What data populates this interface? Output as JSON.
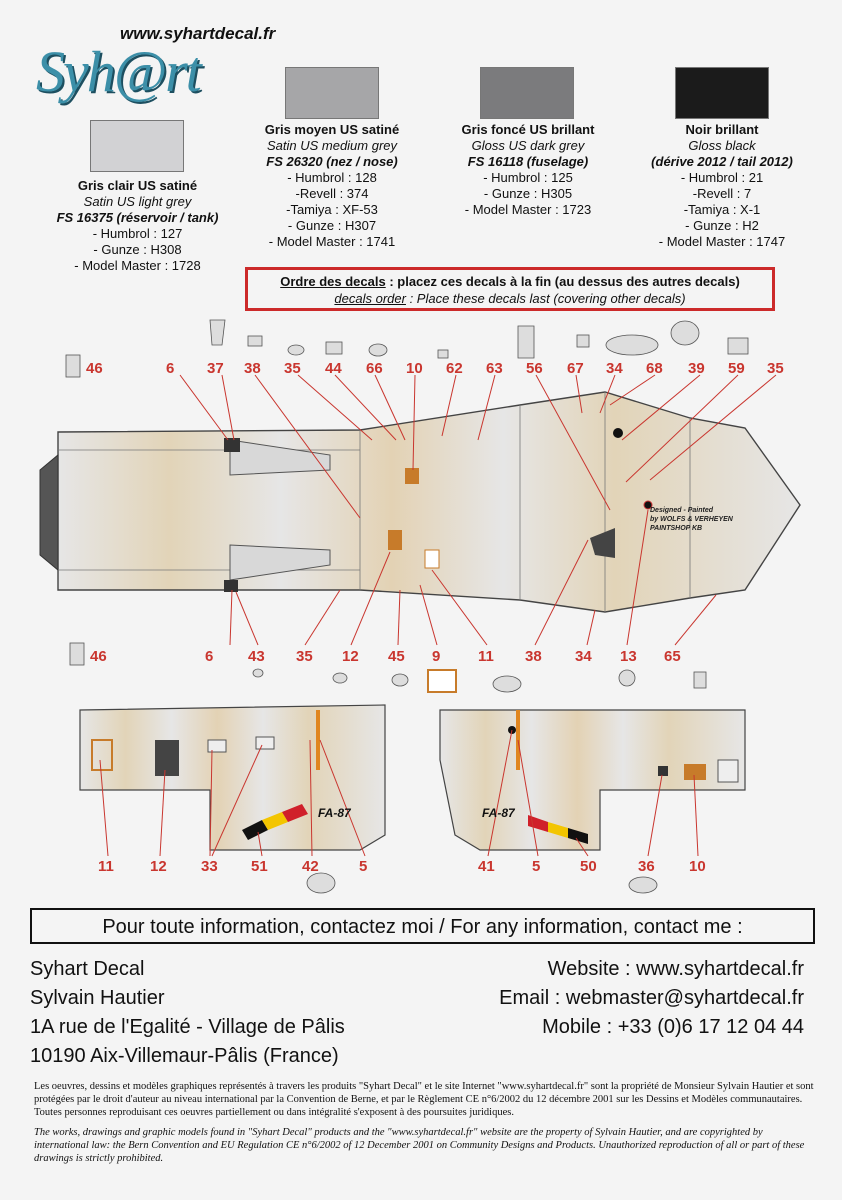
{
  "header": {
    "website": "www.syhartdecal.fr",
    "logo_text": "Syh@rt"
  },
  "paints": [
    {
      "color": "#d2d2d4",
      "name_fr": "Gris clair US satiné",
      "name_en": "Satin US light grey",
      "fs": "FS 16375 (réservoir / tank)",
      "refs": [
        "- Humbrol : 127",
        "- Gunze : H308",
        "- Model Master : 1728"
      ]
    },
    {
      "color": "#a6a6a8",
      "name_fr": "Gris moyen US satiné",
      "name_en": "Satin US medium grey",
      "fs": "FS 26320 (nez / nose)",
      "refs": [
        "- Humbrol : 128",
        "-Revell : 374",
        "-Tamiya : XF-53",
        "- Gunze : H307",
        "- Model Master : 1741"
      ]
    },
    {
      "color": "#7b7b7d",
      "name_fr": "Gris foncé US brillant",
      "name_en": "Gloss US dark grey",
      "fs": "FS 16118 (fuselage)",
      "refs": [
        "- Humbrol : 125",
        "- Gunze : H305",
        "- Model Master : 1723"
      ]
    },
    {
      "color": "#1b1b1b",
      "name_fr": "Noir brillant",
      "name_en": "Gloss black",
      "fs": "(dérive 2012 / tail 2012)",
      "refs": [
        "- Humbrol : 21",
        "-Revell : 7",
        "-Tamiya : X-1",
        "- Gunze : H2",
        "- Model Master : 1747"
      ]
    }
  ],
  "decal_order": {
    "fr_label": "Ordre des decals",
    "fr_text": " : placez ces decals à la fin (au dessus des autres decals)",
    "en_label": "decals order",
    "en_text": " : Place these decals last (covering other decals)"
  },
  "diagram": {
    "top_numbers": [
      "46",
      "6",
      "37",
      "38",
      "35",
      "44",
      "66",
      "10",
      "62",
      "63",
      "56",
      "67",
      "34",
      "68",
      "39",
      "59",
      "35"
    ],
    "bottom_numbers": [
      "46",
      "6",
      "43",
      "35",
      "12",
      "45",
      "9",
      "11",
      "38",
      "34",
      "13",
      "65"
    ],
    "lower_left_numbers": [
      "11",
      "12",
      "33",
      "51",
      "42",
      "5"
    ],
    "lower_right_numbers": [
      "41",
      "5",
      "50",
      "36",
      "10"
    ],
    "designer_credit": [
      "Designed - Painted",
      "by WOLFS & VERHEYEN",
      "PAINTSHOP KB"
    ],
    "tail_code": "FA-87"
  },
  "contact": {
    "heading": "Pour toute information, contactez moi / For any information, contact me :",
    "company": "Syhart Decal",
    "name": "Sylvain Hautier",
    "address1": "1A rue de l'Egalité - Village de Pâlis",
    "address2": "10190 Aix-Villemaur-Pâlis (France)",
    "website": "Website : www.syhartdecal.fr",
    "email": "Email : webmaster@syhartdecal.fr",
    "mobile": "Mobile : +33 (0)6 17 12 04 44"
  },
  "legal": {
    "fr": "Les oeuvres, dessins et modèles graphiques représentés à travers les produits \"Syhart Decal\" et le site Internet \"www.syhartdecal.fr\" sont la propriété de Monsieur Sylvain Hautier et sont protégées par le droit d'auteur au niveau international par la Convention de Berne, et par le Règlement CE n°6/2002 du 12 décembre 2001 sur les Dessins et Modèles communautaires. Toutes personnes reproduisant ces oeuvres partiellement ou dans intégralité s'exposent à des poursuites juridiques.",
    "en": "The works, drawings and graphic models found in \"Syhart Decal\" products and the \"www.syhartdecal.fr\" website are the property of Sylvain Hautier, and are copyrighted by international law: the Bern Convention and EU Regulation CE n°6/2002 of 12 December 2001 on Community Designs and Products. Unauthorized reproduction of all or part of these drawings is strictly prohibited."
  }
}
